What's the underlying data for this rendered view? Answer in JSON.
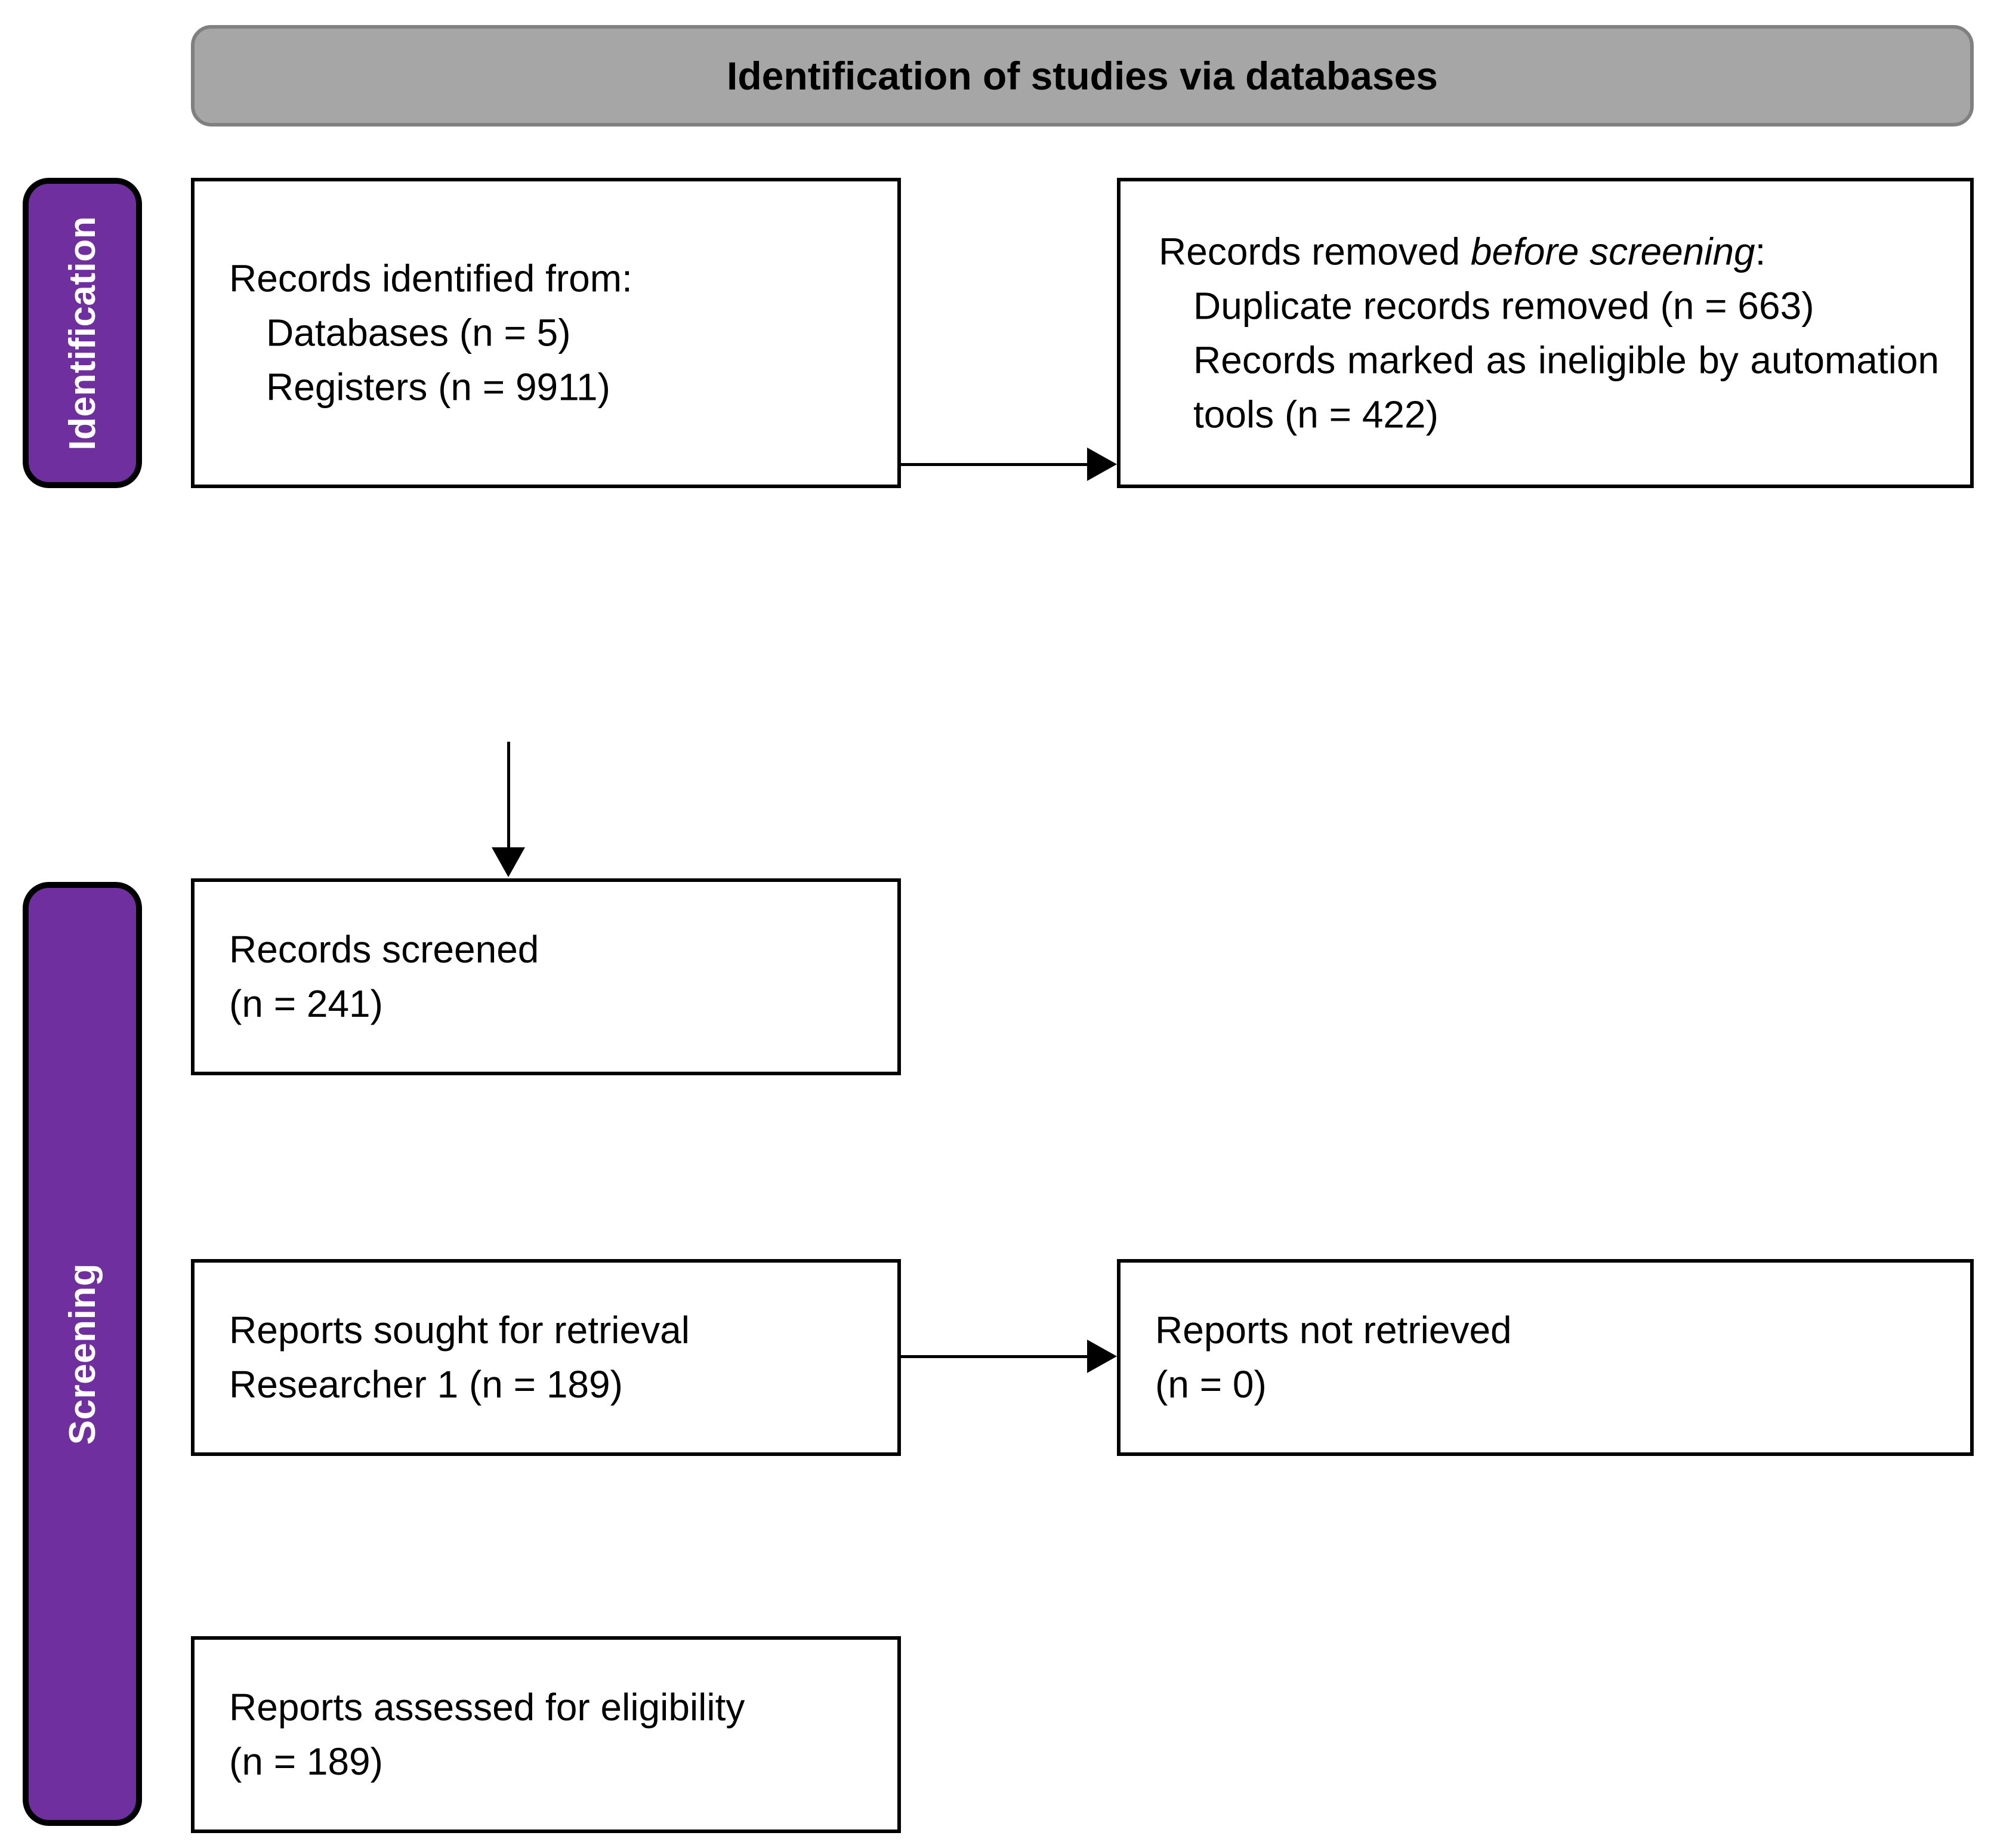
{
  "diagram": {
    "type": "prisma-flow-diagram",
    "banner": {
      "title": "Identification of studies via databases"
    },
    "stages": [
      {
        "id": "identification",
        "label": "Identification"
      },
      {
        "id": "screening",
        "label": "Screening"
      }
    ],
    "boxes": {
      "identified": {
        "title": "Records identified from:",
        "items": [
          "Databases (n = 5)",
          "Registers (n = 9911)"
        ]
      },
      "removed": {
        "title_prefix": "Records removed ",
        "title_italic": "before screening",
        "title_suffix": ":",
        "items": [
          "Duplicate records removed (n = 663)",
          "Records marked as ineligible by automation tools (n = 422)"
        ]
      },
      "screened": {
        "title": "Records screened",
        "count": "(n = 241)"
      },
      "sought": {
        "title": "Reports sought for retrieval",
        "subtitle": "Researcher 1 (n = 189)"
      },
      "not_retrieved": {
        "title": "Reports not retrieved",
        "count": "(n = 0)"
      },
      "assessed": {
        "title": "Reports assessed for eligibility",
        "count": "(n = 189)"
      }
    },
    "colors": {
      "stage_purple": "#702F9E",
      "banner_grey": "#A6A6A6",
      "banner_border_grey": "#808080",
      "box_border": "#000000",
      "text": "#000000",
      "stage_text": "#FFFFFF"
    }
  }
}
